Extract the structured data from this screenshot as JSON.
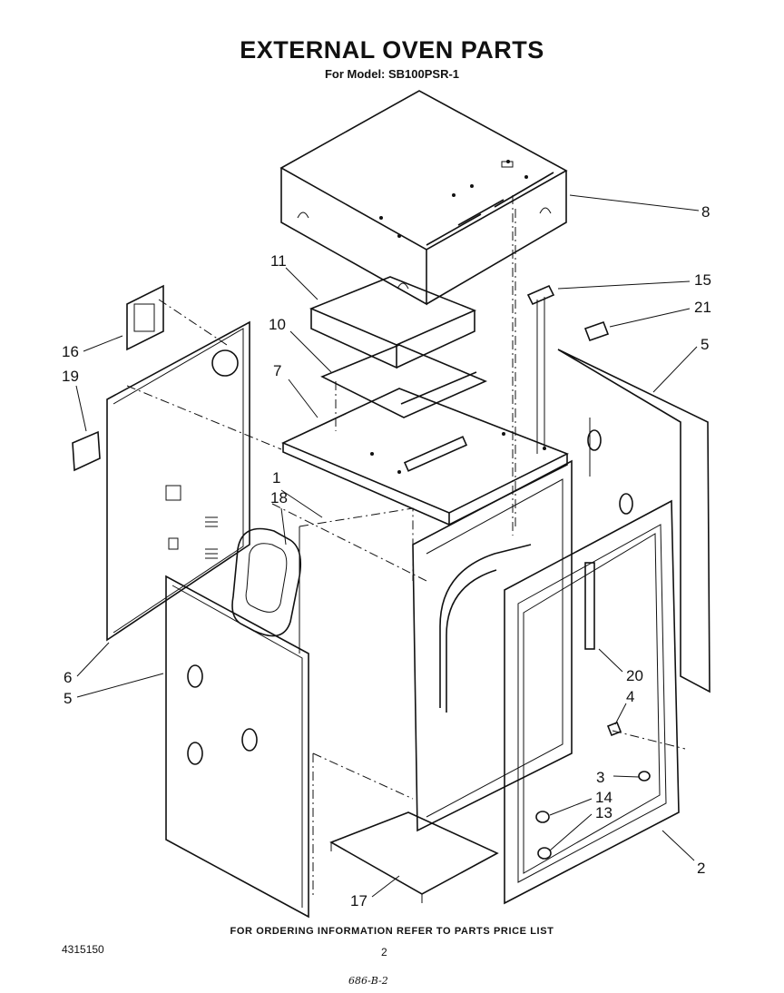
{
  "title": "EXTERNAL OVEN PARTS",
  "subtitle": "For Model: SB100PSR-1",
  "footer_note": "FOR ORDERING INFORMATION REFER TO PARTS PRICE LIST",
  "document_number": "4315150",
  "page_number": "2",
  "handwritten_code": "686-B-2",
  "callouts": {
    "c1": "1",
    "c2": "2",
    "c3": "3",
    "c4": "4",
    "c5a": "5",
    "c5b": "5",
    "c6": "6",
    "c7": "7",
    "c8": "8",
    "c10": "10",
    "c11": "11",
    "c13": "13",
    "c14": "14",
    "c15": "15",
    "c16": "16",
    "c17": "17",
    "c18": "18",
    "c19": "19",
    "c20": "20",
    "c21": "21"
  }
}
